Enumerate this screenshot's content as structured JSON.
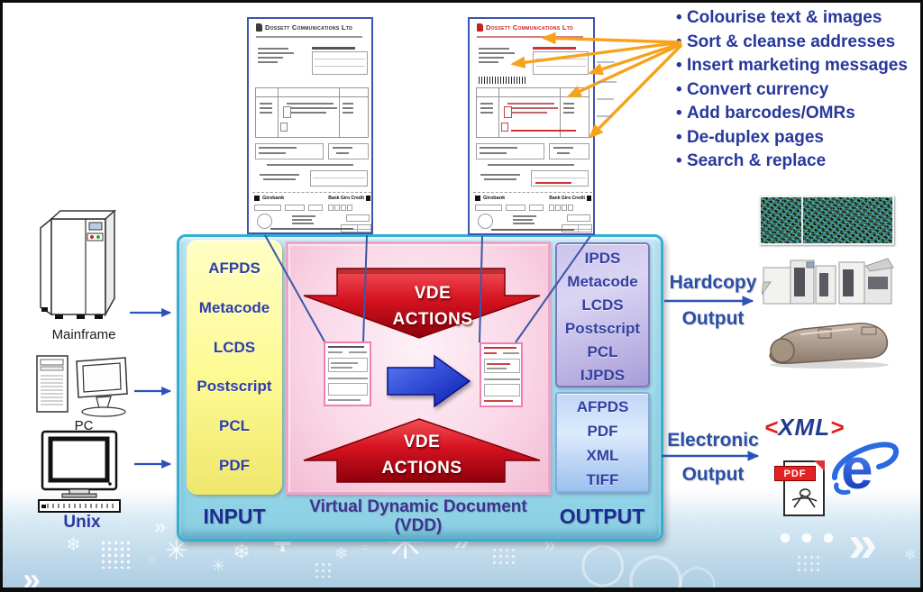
{
  "annotations": {
    "bullets": [
      "Colourise text & images",
      "Sort & cleanse addresses",
      "Insert marketing messages",
      "Convert currency",
      "Add barcodes/OMRs",
      "De-duplex pages",
      "Search & replace"
    ]
  },
  "documents": {
    "company_name": "Dossett Communications Ltd",
    "bank_name": "Girobank",
    "bank_slip_title": "Bank Giro Credit"
  },
  "sources": {
    "mainframe_label": "Mainframe",
    "pc_label": "PC",
    "unix_label": "Unix"
  },
  "input": {
    "title": "INPUT",
    "formats": [
      "AFPDS",
      "Metacode",
      "LCDS",
      "Postscript",
      "PCL",
      "PDF"
    ]
  },
  "vdd": {
    "title_line1": "Virtual Dynamic Document",
    "title_line2": "(VDD)",
    "vde_line1": "VDE",
    "vde_line2": "ACTIONS"
  },
  "output": {
    "title": "OUTPUT",
    "hardcopy_formats": [
      "IPDS",
      "Metacode",
      "LCDS",
      "Postscript",
      "PCL",
      "IJPDS"
    ],
    "electronic_formats": [
      "AFPDS",
      "PDF",
      "XML",
      "TIFF"
    ],
    "hardcopy_label_line1": "Hardcopy",
    "hardcopy_label_line2": "Output",
    "electronic_label_line1": "Electronic",
    "electronic_label_line2": "Output"
  },
  "electronic_icons": {
    "xml_open": "<",
    "xml_text": "XML",
    "xml_close": ">",
    "pdf_badge": "PDF"
  },
  "colors": {
    "heading_blue": "#28379b",
    "arrow_orange": "#f7a21b",
    "vde_red": "#cc1122",
    "flow_blue": "#2b52b8"
  }
}
